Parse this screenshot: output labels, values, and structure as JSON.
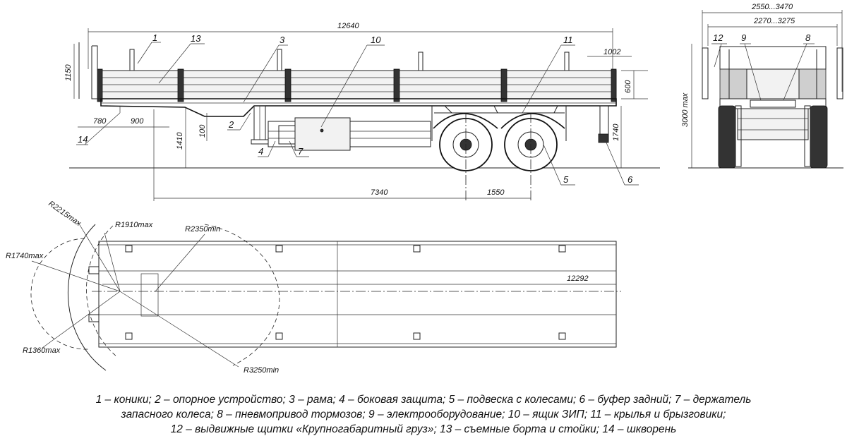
{
  "dimensions": {
    "overall_length": "12640",
    "length_to_king": "1150",
    "board_height": "600",
    "rear_overhang": "1002",
    "king_to_front": "780",
    "front_offset": "900",
    "height_small": "100",
    "fifth_wheel_height": "1410",
    "rear_height": "1740",
    "wheelbase": "7340",
    "axle_spacing": "1550",
    "width_outer": "2550...3470",
    "width_inner": "2270...3275",
    "total_height": "3000 max",
    "platform_length": "12292",
    "r_2215": "R2215max",
    "r_1910": "R1910max",
    "r_2350": "R2350min",
    "r_1740": "R1740max",
    "r_1360": "R1360max",
    "r_3250": "R3250min"
  },
  "callouts": {
    "c1": "1",
    "c2": "2",
    "c3": "3",
    "c4": "4",
    "c5": "5",
    "c6": "6",
    "c7": "7",
    "c8": "8",
    "c9": "9",
    "c10": "10",
    "c11": "11",
    "c12": "12",
    "c13": "13",
    "c14": "14"
  },
  "legend": {
    "line1": "1 – коники; 2 – опорное устройство; 3 – рама; 4 – боковая защита; 5 – подвеска с колесами; 6 – буфер задний; 7 – держатель",
    "line2": "запасного колеса; 8 – пневмопривод тормозов; 9 – электрооборудование; 10 – ящик ЗИП; 11 – крылья и брызговики;",
    "line3": "12 – выдвижные щитки «Крупногабаритный груз»; 13 – съемные борта и стойки; 14 – шкворень"
  }
}
